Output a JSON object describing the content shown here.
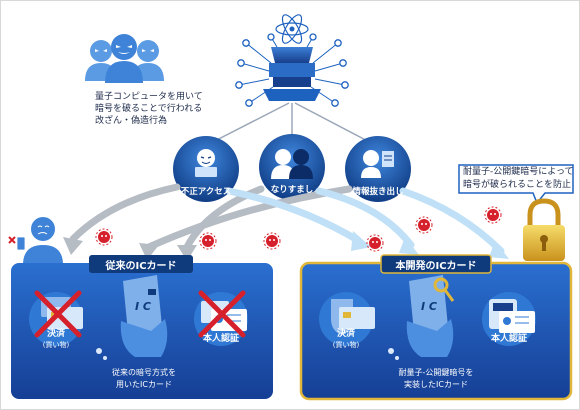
{
  "attackers": {
    "caption_line1": "量子コンピュータを用いて",
    "caption_line2": "暗号を破ることで行われる",
    "caption_line3": "改ざん・偽造行為"
  },
  "threats": [
    {
      "label": "不正アクセス"
    },
    {
      "label": "なりすまし"
    },
    {
      "label": "情報抜き出し"
    }
  ],
  "callout": {
    "line1": "耐量子-公開鍵暗号によって",
    "line2": "暗号が破られることを防止"
  },
  "conventional": {
    "title": "従来のICカード",
    "payment_label": "決済",
    "payment_sub": "(買い物)",
    "card_letters": "I C",
    "auth_label": "本人認証",
    "caption_line1": "従来の暗号方式を",
    "caption_line2": "用いたICカード"
  },
  "developed": {
    "title": "本開発のICカード",
    "payment_label": "決済",
    "payment_sub": "(買い物)",
    "card_letters": "I C",
    "auth_label": "本人認証",
    "caption_line1": "耐量子-公開鍵暗号を",
    "caption_line2": "実装したICカード"
  },
  "colors": {
    "navy": "#123f86",
    "blue": "#1e62c0",
    "panel": "#1b56b5",
    "gold": "#e0b73a",
    "red": "#d6202b",
    "light": "#bfe0f7"
  }
}
